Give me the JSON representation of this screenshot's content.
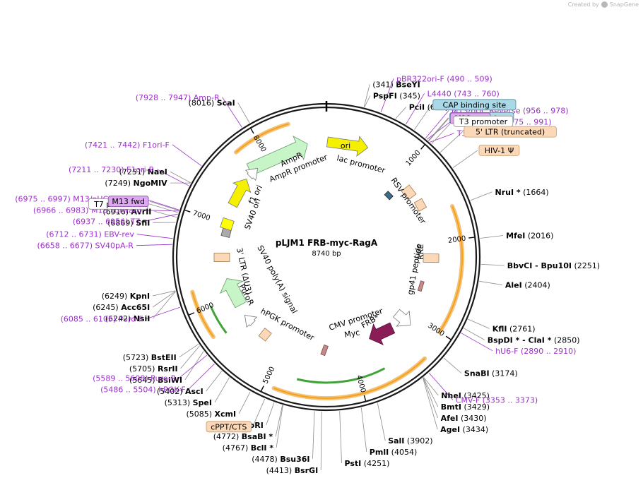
{
  "credit": {
    "text": "Created by",
    "brand": "SnapGene",
    "logo_icon": "snapgene-logo-icon"
  },
  "plasmid": {
    "name": "pLJM1 FRB-myc-RagA",
    "length_label": "8740 bp",
    "length": 8740
  },
  "ticks": [
    1000,
    2000,
    3000,
    4000,
    5000,
    6000,
    7000,
    8000
  ],
  "colors": {
    "site_line": "#8a8a8a",
    "primer": "#9b30c8",
    "ring": "#1a1a1a",
    "highlight": "#f3c27a"
  },
  "sites": [
    {
      "pos": 341,
      "left": "(341)",
      "name": "BseYI"
    },
    {
      "pos": 345,
      "name": "PspFI",
      "right": "(345)"
    },
    {
      "pos": 645,
      "name": "PciI",
      "right": "(645)"
    },
    {
      "pos": 1664,
      "name": "NruI *",
      "right": "(1664)"
    },
    {
      "pos": 2016,
      "name": "MfeI",
      "right": "(2016)"
    },
    {
      "pos": 2251,
      "name": "BbvCI  - Bpu10I",
      "right": "(2251)"
    },
    {
      "pos": 2404,
      "name": "AleI",
      "right": "(2404)"
    },
    {
      "pos": 2761,
      "name": "KflI",
      "right": "(2761)"
    },
    {
      "pos": 2850,
      "name": "BspDI *  - ClaI *",
      "right": "(2850)"
    },
    {
      "pos": 3174,
      "name": "SnaBI",
      "right": "(3174)"
    },
    {
      "pos": 3425,
      "name": "NheI",
      "right": "(3425)"
    },
    {
      "pos": 3429,
      "name": "BmtI",
      "right": "(3429)"
    },
    {
      "pos": 3430,
      "name": "AfeI",
      "right": "(3430)"
    },
    {
      "pos": 3434,
      "name": "AgeI",
      "right": "(3434)"
    },
    {
      "pos": 3902,
      "name": "SalI",
      "right": "(3902)"
    },
    {
      "pos": 4054,
      "name": "PmlI",
      "right": "(4054)"
    },
    {
      "pos": 4251,
      "name": "PstI",
      "right": "(4251)"
    },
    {
      "pos": 4413,
      "left": "(4413)",
      "name": "BsrGI"
    },
    {
      "pos": 4478,
      "left": "(4478)",
      "name": "Bsu36I"
    },
    {
      "pos": 4767,
      "left": "(4767)",
      "name": "BclI *"
    },
    {
      "pos": 4772,
      "left": "(4772)",
      "name": "BsaBI *"
    },
    {
      "pos": 4850,
      "left": "(4850)",
      "name": "EcoRI"
    },
    {
      "pos": 5085,
      "left": "(5085)",
      "name": "XcmI"
    },
    {
      "pos": 5313,
      "left": "(5313)",
      "name": "SpeI"
    },
    {
      "pos": 5402,
      "left": "(5402)",
      "name": "AscI"
    },
    {
      "pos": 5645,
      "left": "(5645)",
      "name": "BsiWI"
    },
    {
      "pos": 5705,
      "left": "(5705)",
      "name": "RsrII"
    },
    {
      "pos": 5723,
      "left": "(5723)",
      "name": "BstEII"
    },
    {
      "pos": 6242,
      "left": "(6242)",
      "name": "NsiI"
    },
    {
      "pos": 6245,
      "left": "(6245)",
      "name": "Acc65I"
    },
    {
      "pos": 6249,
      "left": "(6249)",
      "name": "KpnI"
    },
    {
      "pos": 6869,
      "left": "(6869)",
      "name": "SfiI"
    },
    {
      "pos": 6916,
      "left": "(6916)",
      "name": "AvrII"
    },
    {
      "pos": 7249,
      "left": "(7249)",
      "name": "NgoMIV"
    },
    {
      "pos": 7251,
      "left": "(7251)",
      "name": "NaeI"
    },
    {
      "pos": 8016,
      "left": "(8016)",
      "name": "ScaI"
    }
  ],
  "primers": [
    {
      "pos": 500,
      "name": "pBR322ori-F",
      "range": "(490 .. 509)"
    },
    {
      "pos": 750,
      "name": "L4440",
      "range": "(743 .. 760)"
    },
    {
      "pos": 967,
      "name": "M13/pUC Reverse",
      "range": "(956 .. 978)"
    },
    {
      "pos": 983,
      "name": "M13 Reverse",
      "range": "(975 .. 991)"
    },
    {
      "pos": 1020,
      "name": "T3",
      "range": "(1010 .. 1030)"
    },
    {
      "pos": 2900,
      "name": "hU6-F",
      "range": "(2890 .. 2910)"
    },
    {
      "pos": 3363,
      "name": "CMV-F",
      "range": "(3353 .. 3373)"
    },
    {
      "pos": 5495,
      "name": "hPGK-F",
      "range": "(5486 .. 5504)",
      "side": "left"
    },
    {
      "pos": 5598,
      "name": "Puro-R",
      "range": "(5589 .. 5608)",
      "side": "left"
    },
    {
      "pos": 6095,
      "name": "Puro-F",
      "range": "(6085 .. 6105)",
      "side": "left"
    },
    {
      "pos": 6668,
      "name": "SV40pA-R",
      "range": "(6658 .. 6677)",
      "side": "left"
    },
    {
      "pos": 6722,
      "name": "EBV-rev",
      "range": "(6712 .. 6731)",
      "side": "left"
    },
    {
      "pos": 6946,
      "name": "T7",
      "range": "(6937 .. 6956)",
      "side": "left"
    },
    {
      "pos": 6975,
      "name": "M13 Forward",
      "range": "(6966 .. 6983)",
      "side": "left"
    },
    {
      "pos": 6986,
      "name": "M13/pUC Forward",
      "range": "(6975 .. 6997)",
      "side": "left"
    },
    {
      "pos": 7220,
      "name": "F1ori-R",
      "range": "(7211 .. 7230)",
      "side": "left"
    },
    {
      "pos": 7432,
      "name": "F1ori-F",
      "range": "(7421 .. 7442)",
      "side": "left"
    },
    {
      "pos": 7937,
      "name": "Amp-R",
      "range": "(7928 .. 7947)",
      "side": "left"
    }
  ],
  "boxed_labels": [
    {
      "pos": 840,
      "text": "CAP binding site",
      "fill": "#a9d8e6",
      "stroke": "#5a8a99"
    },
    {
      "pos": 1000,
      "text": "lac operator",
      "fill": "#a9d8e6",
      "stroke": "#5a8a99"
    },
    {
      "pos": 1005,
      "text": "M13 rev",
      "fill": "#dda8f0",
      "stroke": "#8a4aa8"
    },
    {
      "pos": 1040,
      "text": "T3 promoter",
      "fill": "#ffffff",
      "stroke": "#888888"
    },
    {
      "pos": 1150,
      "text": "5' LTR (truncated)",
      "fill": "#fbd9b8",
      "stroke": "#c89a66"
    },
    {
      "pos": 1330,
      "text": "HIV-1 Ψ",
      "fill": "#fbd9b8",
      "stroke": "#c89a66"
    },
    {
      "pos": 4940,
      "text": "cPPT/CTS",
      "fill": "#fbd9b8",
      "stroke": "#c89a66",
      "side": "left"
    },
    {
      "pos": 6960,
      "text": "T7 promoter",
      "fill": "#ffffff",
      "stroke": "#888888",
      "side": "left"
    },
    {
      "pos": 6980,
      "text": "M13 fwd",
      "fill": "#dda8f0",
      "stroke": "#8a4aa8",
      "side": "left"
    }
  ],
  "feature_labels": [
    {
      "text": "ori",
      "name": "ori-label"
    },
    {
      "text": "lac promoter",
      "name": "lac-promoter-label"
    },
    {
      "text": "RSV promoter",
      "name": "rsv-promoter-label"
    },
    {
      "text": "RRE",
      "name": "rre-label"
    },
    {
      "text": "gp41 peptide",
      "name": "gp41-peptide-label"
    },
    {
      "text": "CMV promoter",
      "name": "cmv-promoter-label"
    },
    {
      "text": "Myc",
      "name": "myc-label"
    },
    {
      "text": "FRB*",
      "name": "frb-label"
    },
    {
      "text": "hPGK promoter",
      "name": "hpgk-promoter-label"
    },
    {
      "text": "PuroR",
      "name": "puror-label"
    },
    {
      "text": "SV40 poly(A) signal",
      "name": "sv40-polya-label"
    },
    {
      "text": "3' LTR (ΔU3)",
      "name": "ltr3-label"
    },
    {
      "text": "SV40 ori",
      "name": "sv40-ori-label"
    },
    {
      "text": "f1 ori",
      "name": "f1-ori-label"
    },
    {
      "text": "AmpR",
      "name": "ampr-label"
    },
    {
      "text": "AmpR promoter",
      "name": "ampr-promoter-label"
    }
  ]
}
